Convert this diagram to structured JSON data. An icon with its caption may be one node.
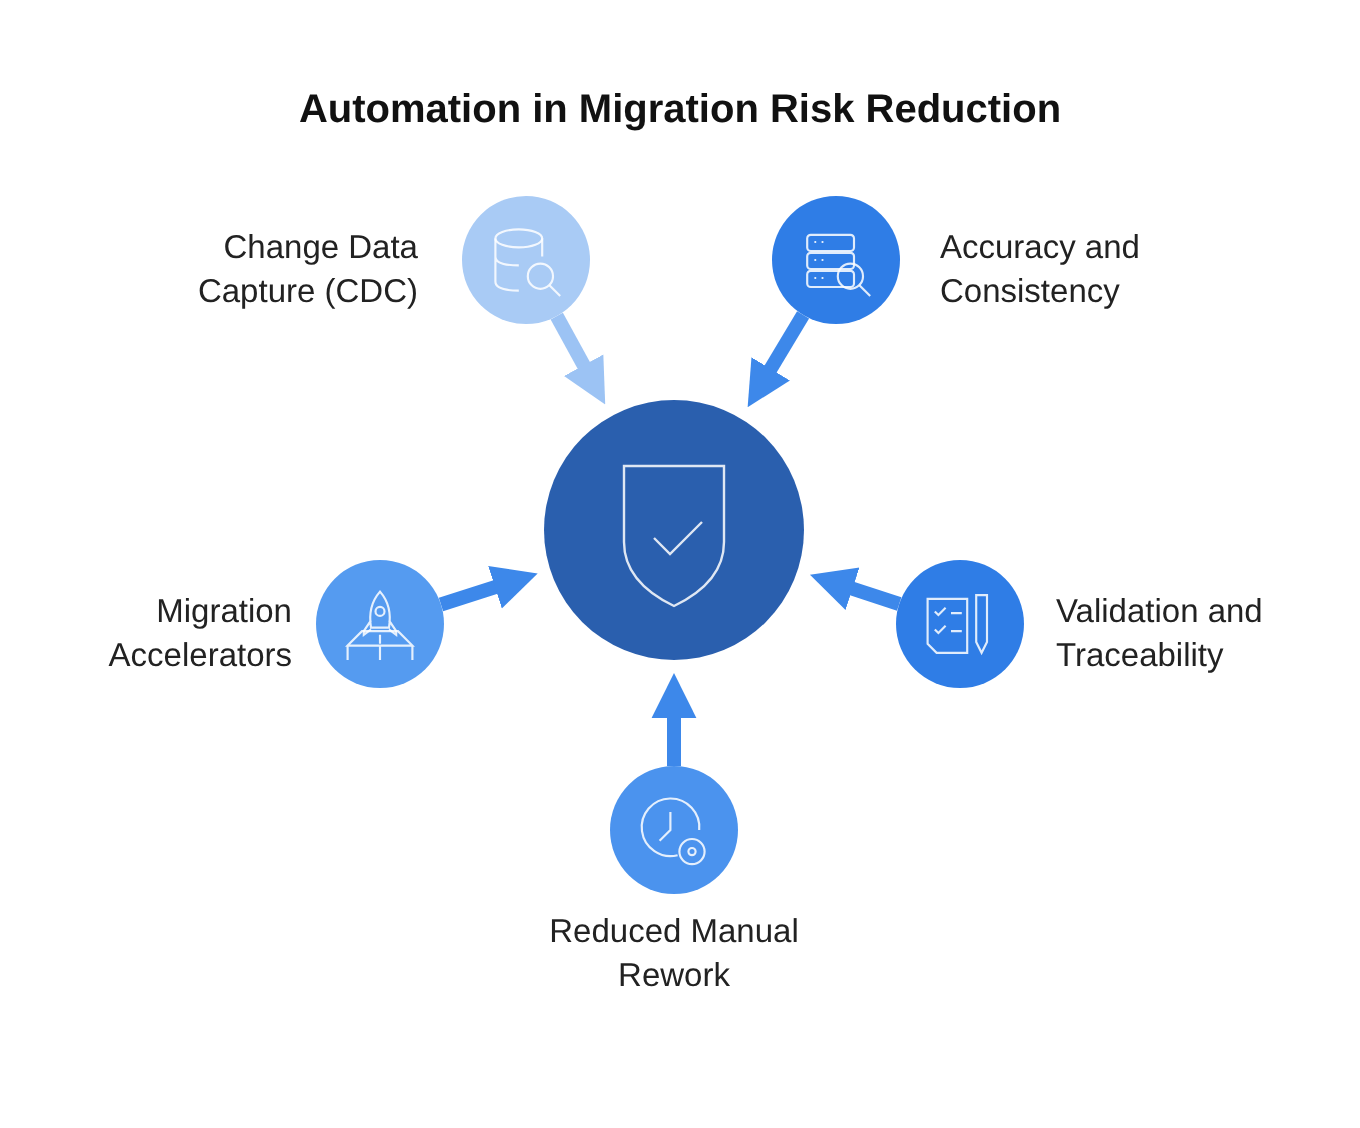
{
  "diagram": {
    "title": "Automation in Migration Risk Reduction",
    "nodes": [
      {
        "text": [],
        "shape": "circle"
      },
      {
        "text": [
          "Change Data Capture (CDC)"
        ]
      },
      {
        "text": [
          "Accuracy and Consistency"
        ]
      },
      {
        "text": [
          "Migration Accelerators"
        ]
      },
      {
        "text": [
          "Validation and Traceability"
        ]
      },
      {
        "text": [
          "Reduced Manual Rework"
        ]
      }
    ],
    "edges": [
      {
        "from": 1,
        "to": 0,
        "arrow": "to",
        "color": "#9cc3f4"
      },
      {
        "from": 2,
        "to": 0,
        "arrow": "to"
      },
      {
        "from": 3,
        "to": 0,
        "arrow": "to"
      },
      {
        "from": 4,
        "to": 0,
        "arrow": "to"
      },
      {
        "from": 5,
        "to": 0,
        "arrow": "to"
      }
    ]
  }
}
